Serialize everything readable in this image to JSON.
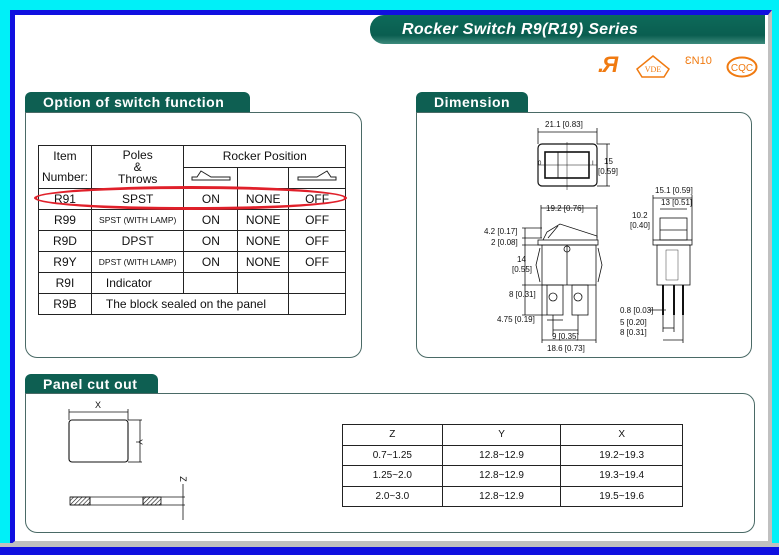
{
  "header": {
    "title": "Rocker Switch R9(R19) Series"
  },
  "certifications": [
    {
      "name": "UR",
      "icon": "ul-recognized-icon"
    },
    {
      "name": "VDE",
      "icon": "vde-icon"
    },
    {
      "name": "EN",
      "icon": "en61058-icon",
      "text": "10"
    },
    {
      "name": "CQC",
      "icon": "cqc-icon"
    }
  ],
  "accent_color": "#0e5f52",
  "option": {
    "title": "Option of switch function",
    "headers": {
      "item": "Item",
      "number": "Number:",
      "poles": "Poles",
      "amp": "&",
      "throws": "Throws",
      "rocker": "Rocker Position"
    },
    "highlight_row": "R91",
    "rows": [
      {
        "item": "R91",
        "poles": "SPST",
        "pos1": "ON",
        "pos2": "NONE",
        "pos3": "OFF"
      },
      {
        "item": "R99",
        "poles": "SPST (WITH LAMP)",
        "pos1": "ON",
        "pos2": "NONE",
        "pos3": "OFF"
      },
      {
        "item": "R9D",
        "poles": "DPST",
        "pos1": "ON",
        "pos2": "NONE",
        "pos3": "OFF"
      },
      {
        "item": "R9Y",
        "poles": "DPST (WITH LAMP)",
        "pos1": "ON",
        "pos2": "NONE",
        "pos3": "OFF"
      },
      {
        "item": "R9I",
        "poles": "Indicator"
      },
      {
        "item": "R9B",
        "poles": "The block sealed on the panel"
      }
    ]
  },
  "dimension": {
    "title": "Dimension",
    "labels": {
      "w_top": "21.1 [0.83]",
      "h_top": "15",
      "h_top_in": "[0.59]",
      "w_body": "19.2 [0.76]",
      "rocker_h": "4.2 [0.17]",
      "flange": "2 [0.08]",
      "body_h": "14",
      "body_h_in": "[0.55]",
      "term": "8 [0.31]",
      "term_w": "4.75 [0.19]",
      "pitch": "9 [0.35]",
      "base": "18.6 [0.73]",
      "side_w": "15.1 [0.59]",
      "side_inner": "13 [0.51]",
      "side_h": "10.2",
      "side_h_in": "[0.40]",
      "pin": "0.8 [0.03]",
      "pin_p": "5 [0.20]",
      "pin_w": "8 [0.31]",
      "mark_o": "0",
      "mark_i": "I"
    }
  },
  "panel": {
    "title": "Panel cut out",
    "diagram": {
      "x": "X",
      "y": "Y",
      "z": "Z"
    },
    "columns": [
      "Z",
      "Y",
      "X"
    ],
    "rows": [
      [
        "0.7~1.25",
        "12.8~12.9",
        "19.2~19.3"
      ],
      [
        "1.25~2.0",
        "12.8~12.9",
        "19.3~19.4"
      ],
      [
        "2.0~3.0",
        "12.8~12.9",
        "19.5~19.6"
      ]
    ]
  }
}
